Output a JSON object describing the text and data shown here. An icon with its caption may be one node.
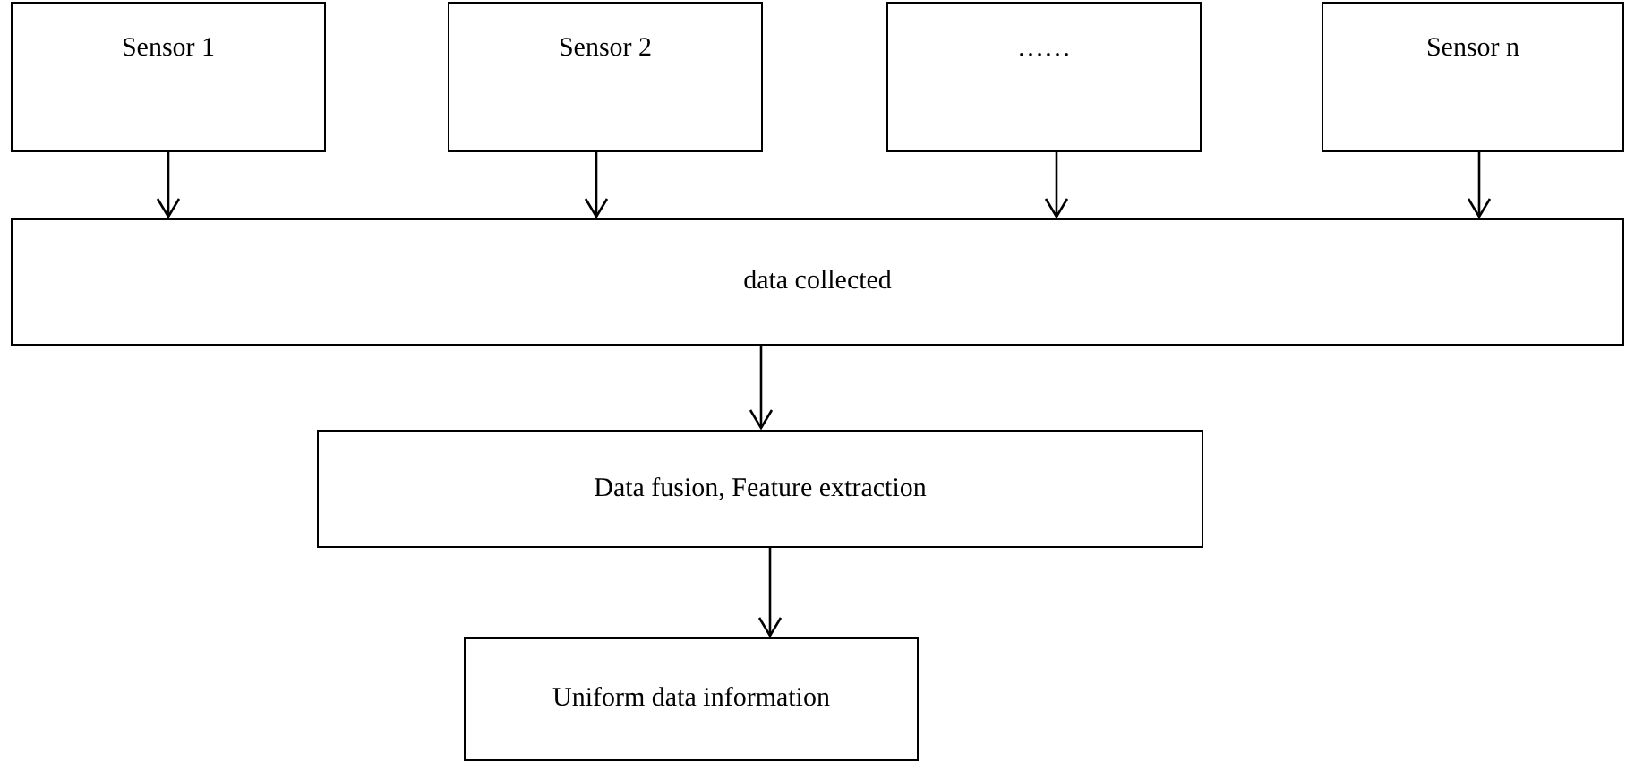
{
  "diagram": {
    "nodes": [
      {
        "text": [
          "Sensor 1"
        ]
      },
      {
        "text": [
          "Sensor 2"
        ]
      },
      {
        "text": [
          "……"
        ]
      },
      {
        "text": [
          "Sensor n"
        ]
      },
      {
        "text": [
          "data collected"
        ]
      },
      {
        "text": [
          "Data fusion, Feature extraction"
        ]
      },
      {
        "text": [
          "Uniform data information"
        ]
      }
    ],
    "edges": [
      {
        "from": 0,
        "to": 4,
        "arrow": "to"
      },
      {
        "from": 1,
        "to": 4,
        "arrow": "to"
      },
      {
        "from": 2,
        "to": 4,
        "arrow": "to"
      },
      {
        "from": 3,
        "to": 4,
        "arrow": "to"
      },
      {
        "from": 4,
        "to": 5,
        "arrow": "to"
      },
      {
        "from": 5,
        "to": 6,
        "arrow": "to"
      }
    ]
  }
}
